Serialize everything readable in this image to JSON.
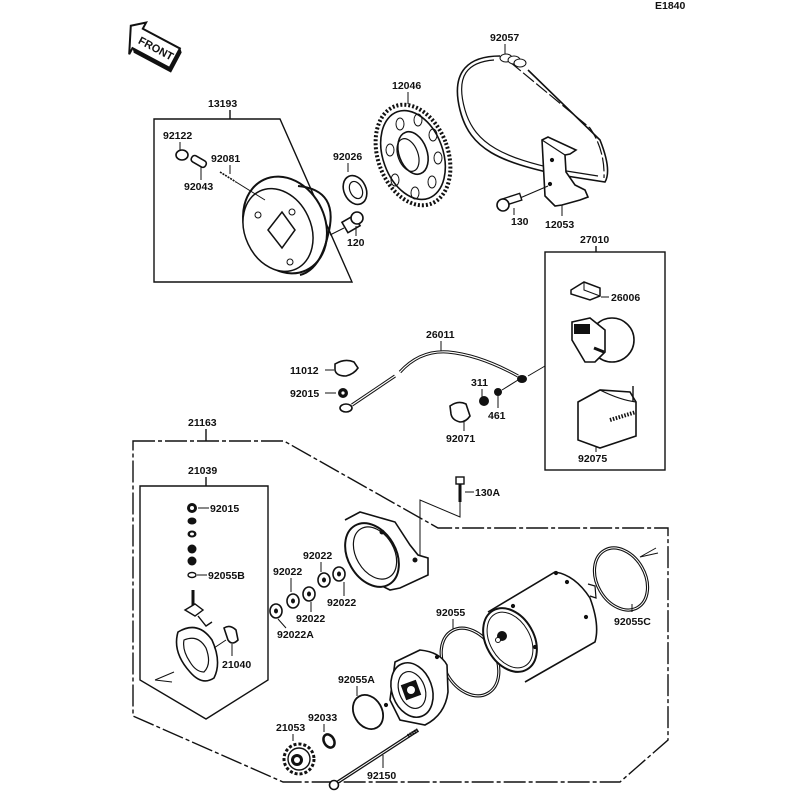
{
  "diagram_code": "E1840",
  "front_label": "FRONT",
  "parts": {
    "p13193": "13193",
    "p92122": "92122",
    "p92081": "92081",
    "p92043": "92043",
    "p92026": "92026",
    "p120": "120",
    "p12046": "12046",
    "p92057": "92057",
    "p130": "130",
    "p12053": "12053",
    "p27010": "27010",
    "p26006": "26006",
    "p26011": "26011",
    "p11012": "11012",
    "p92015a": "92015",
    "p311": "311",
    "p461": "461",
    "p92071": "92071",
    "p92075": "92075",
    "p21163": "21163",
    "p21039": "21039",
    "p92015b": "92015",
    "p92055B": "92055B",
    "p21040": "21040",
    "p130A": "130A",
    "p92022a": "92022",
    "p92022b": "92022",
    "p92022c": "92022",
    "p92022d": "92022",
    "p92022A": "92022A",
    "p92055": "92055",
    "p92055C": "92055C",
    "p92055A": "92055A",
    "p92033": "92033",
    "p21053": "21053",
    "p92150": "92150"
  }
}
